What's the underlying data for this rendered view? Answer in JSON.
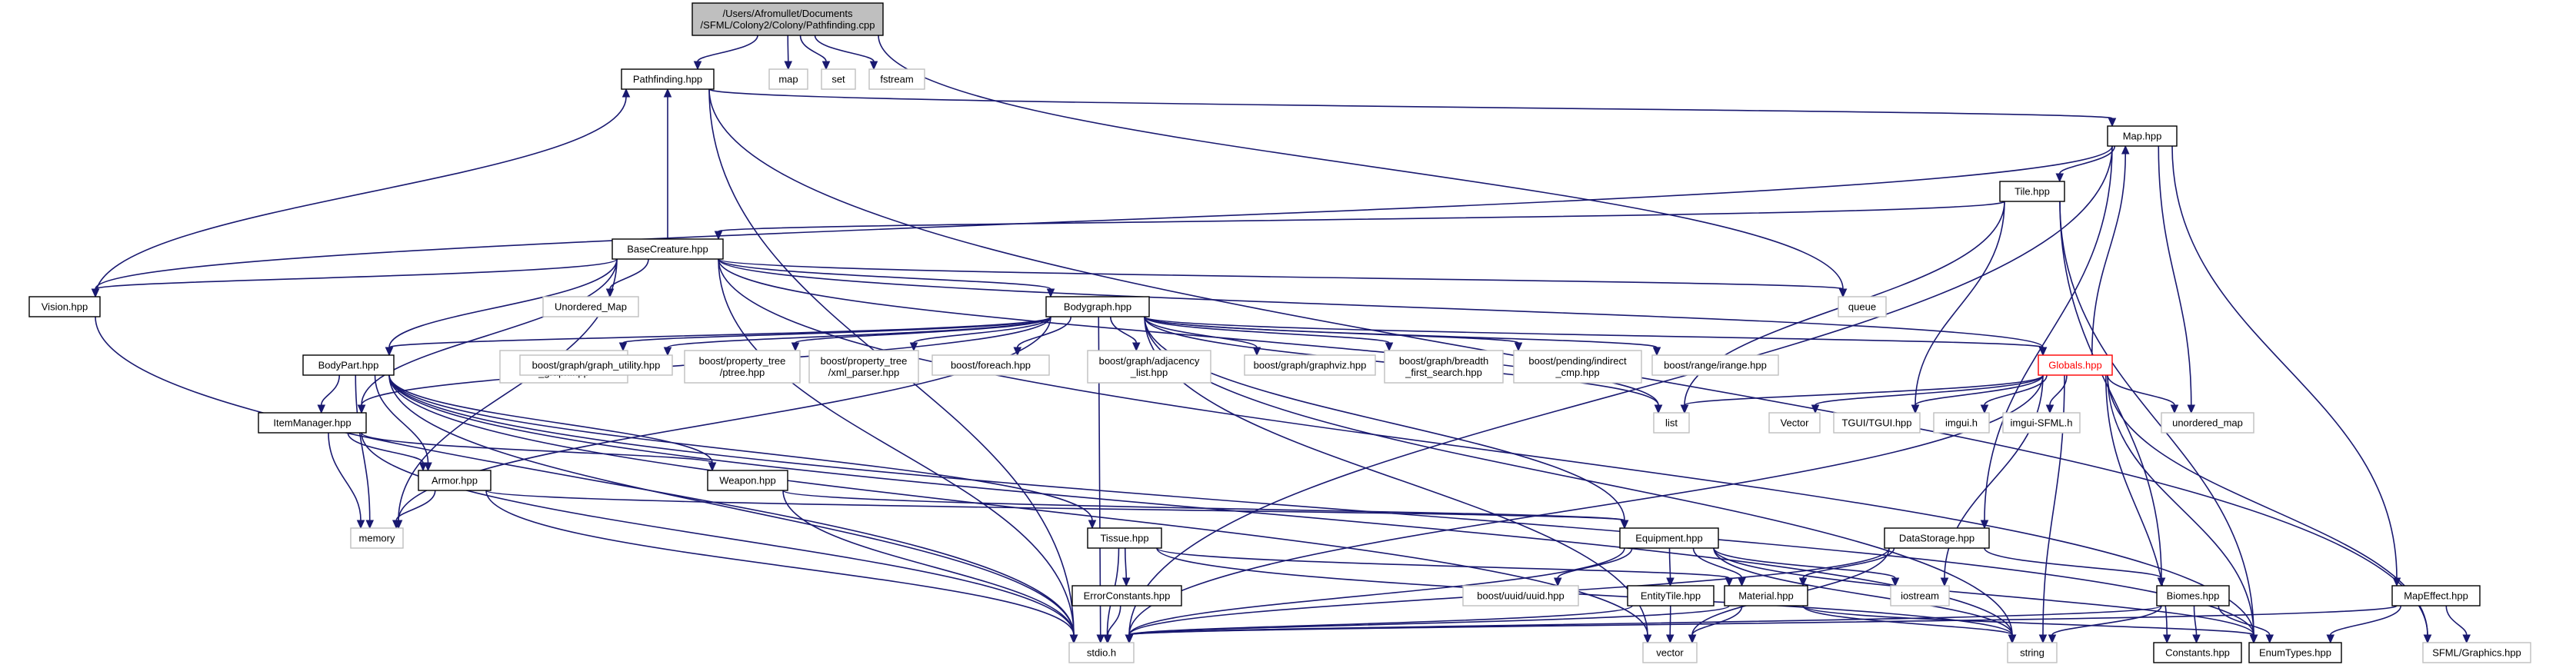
{
  "diagram": {
    "type": "include-dependency-graph",
    "colors": {
      "edge": "#191970",
      "root_fill": "#bfbfbf",
      "node_border": "#000000",
      "external_border": "#bfbfbf",
      "truncated_text": "#ff0000"
    },
    "nodes": [
      {
        "id": "root",
        "lines": [
          "/Users/Afromullet/Documents",
          "/SFML/Colony2/Colony/Pathfinding.cpp"
        ],
        "kind": "root"
      },
      {
        "id": "pathfinding",
        "lines": [
          "Pathfinding.hpp"
        ],
        "kind": "local"
      },
      {
        "id": "map_std",
        "lines": [
          "map"
        ],
        "kind": "external"
      },
      {
        "id": "set_std",
        "lines": [
          "set"
        ],
        "kind": "external"
      },
      {
        "id": "fstream",
        "lines": [
          "fstream"
        ],
        "kind": "external"
      },
      {
        "id": "maphpp",
        "lines": [
          "Map.hpp"
        ],
        "kind": "local"
      },
      {
        "id": "tile",
        "lines": [
          "Tile.hpp"
        ],
        "kind": "local"
      },
      {
        "id": "basecreature",
        "lines": [
          "BaseCreature.hpp"
        ],
        "kind": "local"
      },
      {
        "id": "vision",
        "lines": [
          "Vision.hpp"
        ],
        "kind": "local"
      },
      {
        "id": "unordered_map_cap",
        "lines": [
          "Unordered_Map"
        ],
        "kind": "external"
      },
      {
        "id": "queue",
        "lines": [
          "queue"
        ],
        "kind": "external"
      },
      {
        "id": "bodygraph",
        "lines": [
          "Bodygraph.hpp"
        ],
        "kind": "local"
      },
      {
        "id": "bodypart",
        "lines": [
          "BodyPart.hpp"
        ],
        "kind": "local"
      },
      {
        "id": "bg_filtered",
        "lines": [
          "boost/graph/filtered",
          "_graph.hpp"
        ],
        "kind": "external"
      },
      {
        "id": "bg_utility",
        "lines": [
          "boost/graph/graph_utility.hpp"
        ],
        "kind": "external"
      },
      {
        "id": "bp_ptree",
        "lines": [
          "boost/property_tree",
          "/ptree.hpp"
        ],
        "kind": "external"
      },
      {
        "id": "bp_xml",
        "lines": [
          "boost/property_tree",
          "/xml_parser.hpp"
        ],
        "kind": "external"
      },
      {
        "id": "b_foreach",
        "lines": [
          "boost/foreach.hpp"
        ],
        "kind": "external"
      },
      {
        "id": "bg_adjacency",
        "lines": [
          "boost/graph/adjacency",
          "_list.hpp"
        ],
        "kind": "external"
      },
      {
        "id": "bg_graphviz",
        "lines": [
          "boost/graph/graphviz.hpp"
        ],
        "kind": "external"
      },
      {
        "id": "bg_bfs",
        "lines": [
          "boost/graph/breadth",
          "_first_search.hpp"
        ],
        "kind": "external"
      },
      {
        "id": "bp_indirect",
        "lines": [
          "boost/pending/indirect",
          "_cmp.hpp"
        ],
        "kind": "external"
      },
      {
        "id": "br_irange",
        "lines": [
          "boost/range/irange.hpp"
        ],
        "kind": "external"
      },
      {
        "id": "globals",
        "lines": [
          "Globals.hpp"
        ],
        "kind": "trunc"
      },
      {
        "id": "list",
        "lines": [
          "list"
        ],
        "kind": "external"
      },
      {
        "id": "vector_cap",
        "lines": [
          "Vector"
        ],
        "kind": "external"
      },
      {
        "id": "tgui",
        "lines": [
          "TGUI/TGUI.hpp"
        ],
        "kind": "external"
      },
      {
        "id": "imgui",
        "lines": [
          "imgui.h"
        ],
        "kind": "external"
      },
      {
        "id": "imgui_sfml",
        "lines": [
          "imgui-SFML.h"
        ],
        "kind": "external"
      },
      {
        "id": "unordered_map",
        "lines": [
          "unordered_map"
        ],
        "kind": "external"
      },
      {
        "id": "itemmanager",
        "lines": [
          "ItemManager.hpp"
        ],
        "kind": "local"
      },
      {
        "id": "armor",
        "lines": [
          "Armor.hpp"
        ],
        "kind": "local"
      },
      {
        "id": "weapon",
        "lines": [
          "Weapon.hpp"
        ],
        "kind": "local"
      },
      {
        "id": "memory",
        "lines": [
          "memory"
        ],
        "kind": "external"
      },
      {
        "id": "tissue",
        "lines": [
          "Tissue.hpp"
        ],
        "kind": "local"
      },
      {
        "id": "errorconstants",
        "lines": [
          "ErrorConstants.hpp"
        ],
        "kind": "local"
      },
      {
        "id": "equipment",
        "lines": [
          "Equipment.hpp"
        ],
        "kind": "local"
      },
      {
        "id": "boost_uuid",
        "lines": [
          "boost/uuid/uuid.hpp"
        ],
        "kind": "external"
      },
      {
        "id": "entitytile",
        "lines": [
          "EntityTile.hpp"
        ],
        "kind": "local"
      },
      {
        "id": "material",
        "lines": [
          "Material.hpp"
        ],
        "kind": "local"
      },
      {
        "id": "iostream",
        "lines": [
          "iostream"
        ],
        "kind": "external"
      },
      {
        "id": "datastorage",
        "lines": [
          "DataStorage.hpp"
        ],
        "kind": "local"
      },
      {
        "id": "biomes",
        "lines": [
          "Biomes.hpp"
        ],
        "kind": "local"
      },
      {
        "id": "mapeffect",
        "lines": [
          "MapEffect.hpp"
        ],
        "kind": "local"
      },
      {
        "id": "stdio",
        "lines": [
          "stdio.h"
        ],
        "kind": "external"
      },
      {
        "id": "vector",
        "lines": [
          "vector"
        ],
        "kind": "external"
      },
      {
        "id": "string",
        "lines": [
          "string"
        ],
        "kind": "external"
      },
      {
        "id": "constants",
        "lines": [
          "Constants.hpp"
        ],
        "kind": "local"
      },
      {
        "id": "enumtypes",
        "lines": [
          "EnumTypes.hpp"
        ],
        "kind": "local"
      },
      {
        "id": "sfml_graphics",
        "lines": [
          "SFML/Graphics.hpp"
        ],
        "kind": "external"
      }
    ],
    "edges": [
      [
        "root",
        "pathfinding"
      ],
      [
        "root",
        "map_std"
      ],
      [
        "root",
        "set_std"
      ],
      [
        "root",
        "fstream"
      ],
      [
        "root",
        "queue"
      ],
      [
        "pathfinding",
        "maphpp"
      ],
      [
        "pathfinding",
        "stdio"
      ],
      [
        "pathfinding",
        "sfml_graphics"
      ],
      [
        "maphpp",
        "tile"
      ],
      [
        "maphpp",
        "unordered_map"
      ],
      [
        "maphpp",
        "datastorage"
      ],
      [
        "maphpp",
        "mapeffect"
      ],
      [
        "maphpp",
        "vision"
      ],
      [
        "maphpp",
        "stdio"
      ],
      [
        "tile",
        "basecreature"
      ],
      [
        "tile",
        "list"
      ],
      [
        "tile",
        "tgui"
      ],
      [
        "tile",
        "biomes"
      ],
      [
        "tile",
        "enumtypes"
      ],
      [
        "basecreature",
        "pathfinding"
      ],
      [
        "basecreature",
        "vision"
      ],
      [
        "basecreature",
        "unordered_map_cap"
      ],
      [
        "basecreature",
        "queue"
      ],
      [
        "basecreature",
        "bodygraph"
      ],
      [
        "basecreature",
        "bodypart"
      ],
      [
        "basecreature",
        "itemmanager"
      ],
      [
        "basecreature",
        "memory"
      ],
      [
        "basecreature",
        "stdio"
      ],
      [
        "basecreature",
        "globals"
      ],
      [
        "basecreature",
        "enumtypes"
      ],
      [
        "basecreature",
        "list"
      ],
      [
        "vision",
        "pathfinding"
      ],
      [
        "vision",
        "stdio"
      ],
      [
        "bodygraph",
        "bodypart"
      ],
      [
        "bodygraph",
        "bg_filtered"
      ],
      [
        "bodygraph",
        "bg_utility"
      ],
      [
        "bodygraph",
        "bp_ptree"
      ],
      [
        "bodygraph",
        "bp_xml"
      ],
      [
        "bodygraph",
        "b_foreach"
      ],
      [
        "bodygraph",
        "bg_adjacency"
      ],
      [
        "bodygraph",
        "bg_graphviz"
      ],
      [
        "bodygraph",
        "bg_bfs"
      ],
      [
        "bodygraph",
        "bp_indirect"
      ],
      [
        "bodygraph",
        "br_irange"
      ],
      [
        "bodygraph",
        "globals"
      ],
      [
        "bodygraph",
        "list"
      ],
      [
        "bodygraph",
        "stdio"
      ],
      [
        "bodygraph",
        "equipment"
      ],
      [
        "bodygraph",
        "vector"
      ],
      [
        "bodygraph",
        "itemmanager"
      ],
      [
        "bodygraph",
        "memory"
      ],
      [
        "bodygraph",
        "string"
      ],
      [
        "bodypart",
        "itemmanager"
      ],
      [
        "bodypart",
        "armor"
      ],
      [
        "bodypart",
        "weapon"
      ],
      [
        "bodypart",
        "memory"
      ],
      [
        "bodypart",
        "tissue"
      ],
      [
        "bodypart",
        "stdio"
      ],
      [
        "bodypart",
        "vector"
      ],
      [
        "bodypart",
        "enumtypes"
      ],
      [
        "bodypart",
        "string"
      ],
      [
        "globals",
        "maphpp"
      ],
      [
        "globals",
        "list"
      ],
      [
        "globals",
        "vector_cap"
      ],
      [
        "globals",
        "tgui"
      ],
      [
        "globals",
        "imgui"
      ],
      [
        "globals",
        "imgui_sfml"
      ],
      [
        "globals",
        "unordered_map"
      ],
      [
        "globals",
        "stdio"
      ],
      [
        "globals",
        "string"
      ],
      [
        "globals",
        "constants"
      ],
      [
        "globals",
        "enumtypes"
      ],
      [
        "globals",
        "iostream"
      ],
      [
        "globals",
        "sfml_graphics"
      ],
      [
        "itemmanager",
        "armor"
      ],
      [
        "itemmanager",
        "weapon"
      ],
      [
        "itemmanager",
        "memory"
      ],
      [
        "itemmanager",
        "stdio"
      ],
      [
        "armor",
        "equipment"
      ],
      [
        "armor",
        "memory"
      ],
      [
        "armor",
        "stdio"
      ],
      [
        "weapon",
        "equipment"
      ],
      [
        "weapon",
        "stdio"
      ],
      [
        "tissue",
        "material"
      ],
      [
        "tissue",
        "errorconstants"
      ],
      [
        "tissue",
        "stdio"
      ],
      [
        "tissue",
        "string"
      ],
      [
        "errorconstants",
        "stdio"
      ],
      [
        "equipment",
        "material"
      ],
      [
        "equipment",
        "entitytile"
      ],
      [
        "equipment",
        "boost_uuid"
      ],
      [
        "equipment",
        "iostream"
      ],
      [
        "equipment",
        "stdio"
      ],
      [
        "equipment",
        "string"
      ],
      [
        "equipment",
        "enumtypes"
      ],
      [
        "entitytile",
        "vector"
      ],
      [
        "entitytile",
        "stdio"
      ],
      [
        "material",
        "stdio"
      ],
      [
        "material",
        "vector"
      ],
      [
        "material",
        "enumtypes"
      ],
      [
        "material",
        "string"
      ],
      [
        "datastorage",
        "material"
      ],
      [
        "datastorage",
        "biomes"
      ],
      [
        "datastorage",
        "stdio"
      ],
      [
        "datastorage",
        "vector"
      ],
      [
        "biomes",
        "constants"
      ],
      [
        "biomes",
        "enumtypes"
      ],
      [
        "biomes",
        "stdio"
      ],
      [
        "biomes",
        "string"
      ],
      [
        "mapeffect",
        "enumtypes"
      ],
      [
        "mapeffect",
        "sfml_graphics"
      ],
      [
        "mapeffect",
        "stdio"
      ]
    ]
  }
}
